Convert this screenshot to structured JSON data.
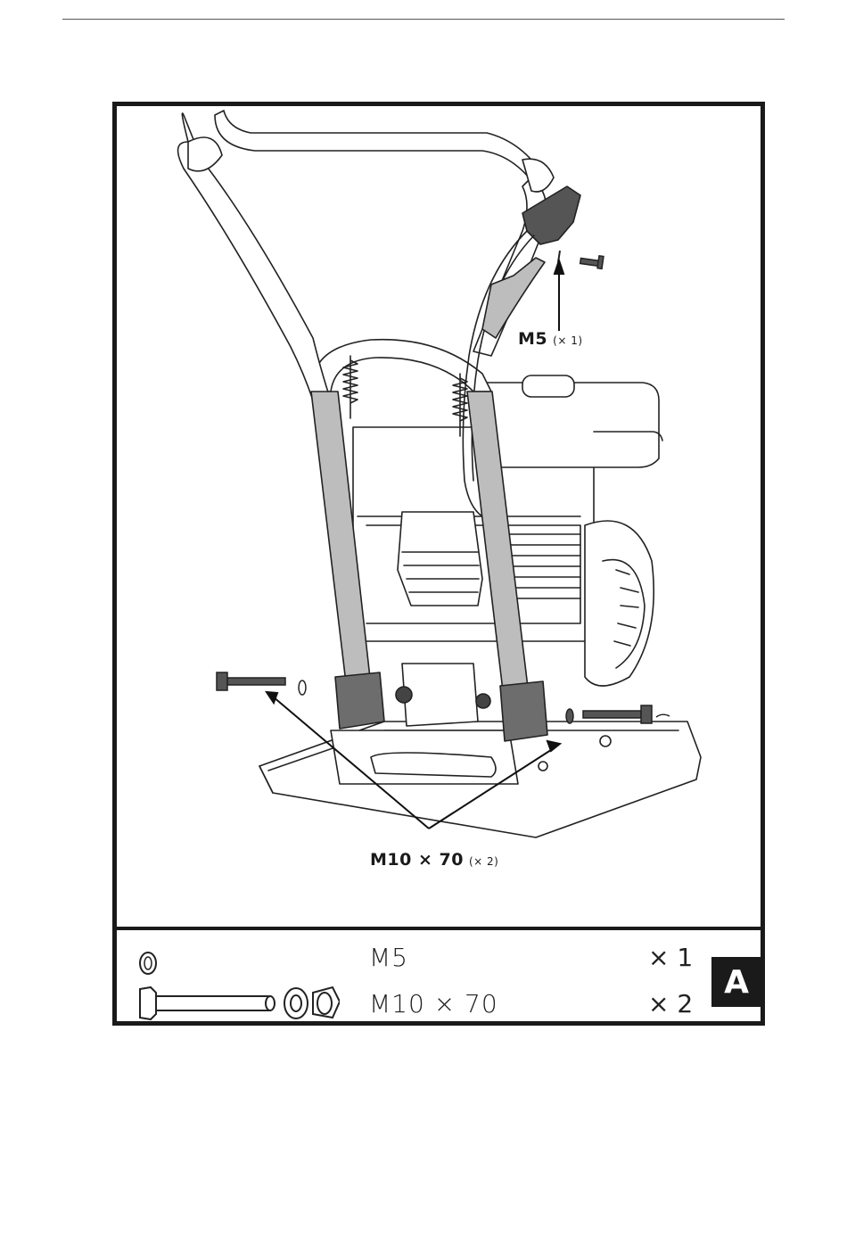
{
  "diagram": {
    "callout_m5": {
      "label": "M5",
      "qty": "(× 1)"
    },
    "callout_m10": {
      "label": "M10 × 70",
      "qty": "(× 2)"
    }
  },
  "parts_list": {
    "rows": [
      {
        "size": "M5",
        "qty": "× 1"
      },
      {
        "size": "M10 × 70",
        "qty": "× 2"
      }
    ],
    "section_tag": "A"
  }
}
